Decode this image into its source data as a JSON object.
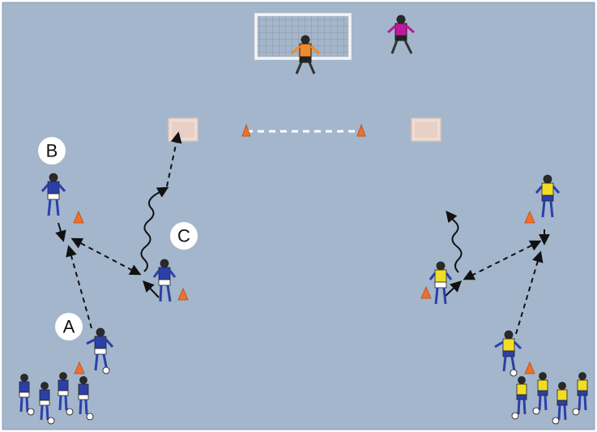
{
  "labels": {
    "a": "A",
    "b": "B",
    "c": "C"
  },
  "colors": {
    "field": "#a3b6cc",
    "blue_kit": "#2c3fa8",
    "yellow_kit": "#f2dd25",
    "keeper_orange": "#f08a2a",
    "keeper_magenta": "#c2179e",
    "cone": "#f0702a",
    "mini_goal": "#f1dcd3"
  },
  "icons": {
    "goal": "goal-net-icon",
    "player": "player-icon",
    "cone": "cone-icon",
    "ball": "ball-icon",
    "mini_goal": "mini-goal-icon"
  }
}
